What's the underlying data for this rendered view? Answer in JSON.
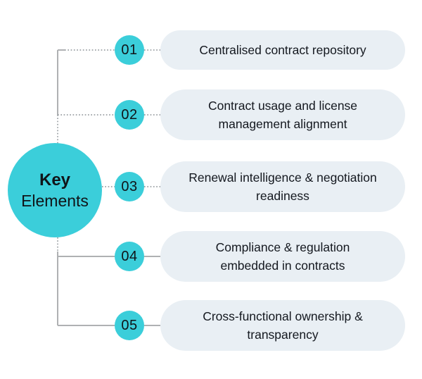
{
  "diagram": {
    "hub": {
      "title_line1": "Key",
      "title_line2": "Elements"
    },
    "items": [
      {
        "number": "01",
        "label": "Centralised contract repository"
      },
      {
        "number": "02",
        "label": "Contract usage and license management alignment"
      },
      {
        "number": "03",
        "label": "Renewal intelligence & negotiation readiness"
      },
      {
        "number": "04",
        "label": "Compliance & regulation embedded in contracts"
      },
      {
        "number": "05",
        "label": "Cross-functional ownership & transparency"
      }
    ],
    "colors": {
      "accent_teal": "#3BCEDA",
      "pill_background": "#E9EFF4",
      "line_gray_solid": "#AFB1B3",
      "line_gray_dotted": "#9BA0A4",
      "text": "#14181F"
    },
    "connector_styles": {
      "items_01_02_03": "dotted",
      "items_04_05": "solid"
    }
  }
}
